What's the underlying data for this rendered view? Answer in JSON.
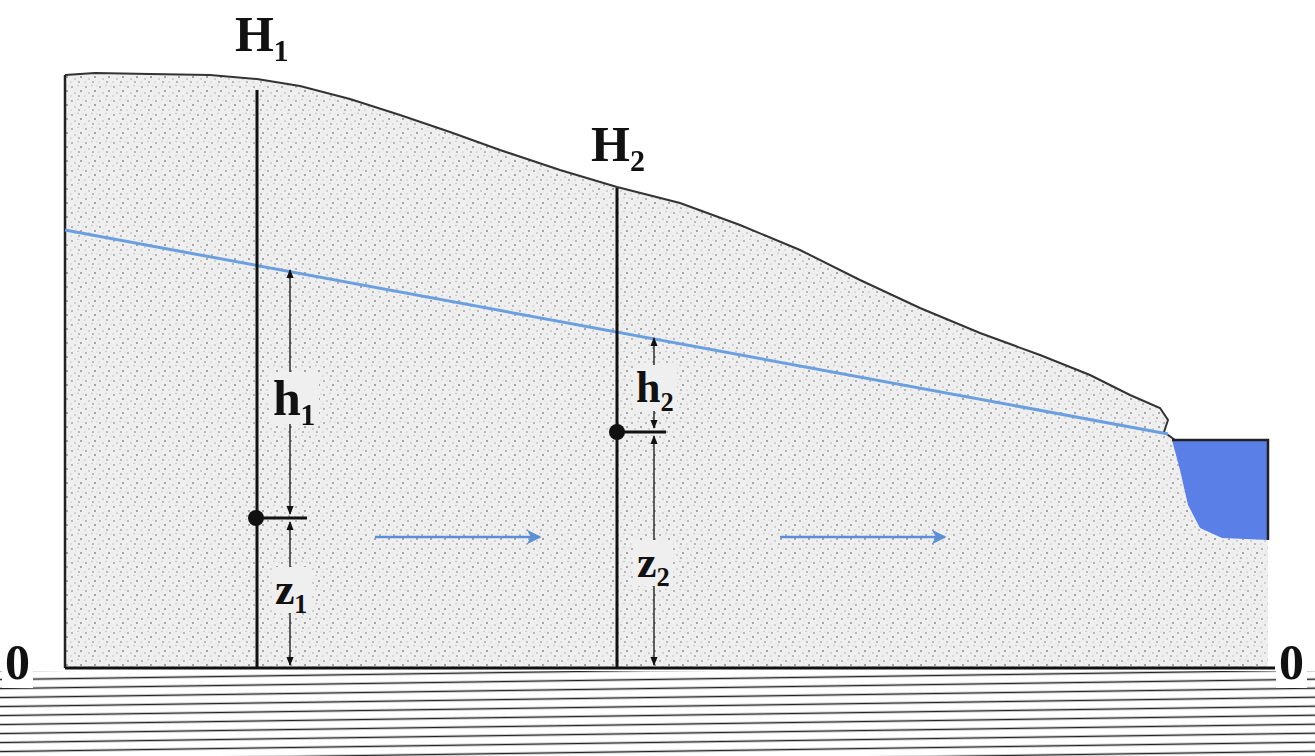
{
  "diagram": {
    "labels": [
      "H₁",
      "H₂",
      "h₁",
      "h₂",
      "z₁",
      "z₂",
      "0",
      "0"
    ]
  }
}
